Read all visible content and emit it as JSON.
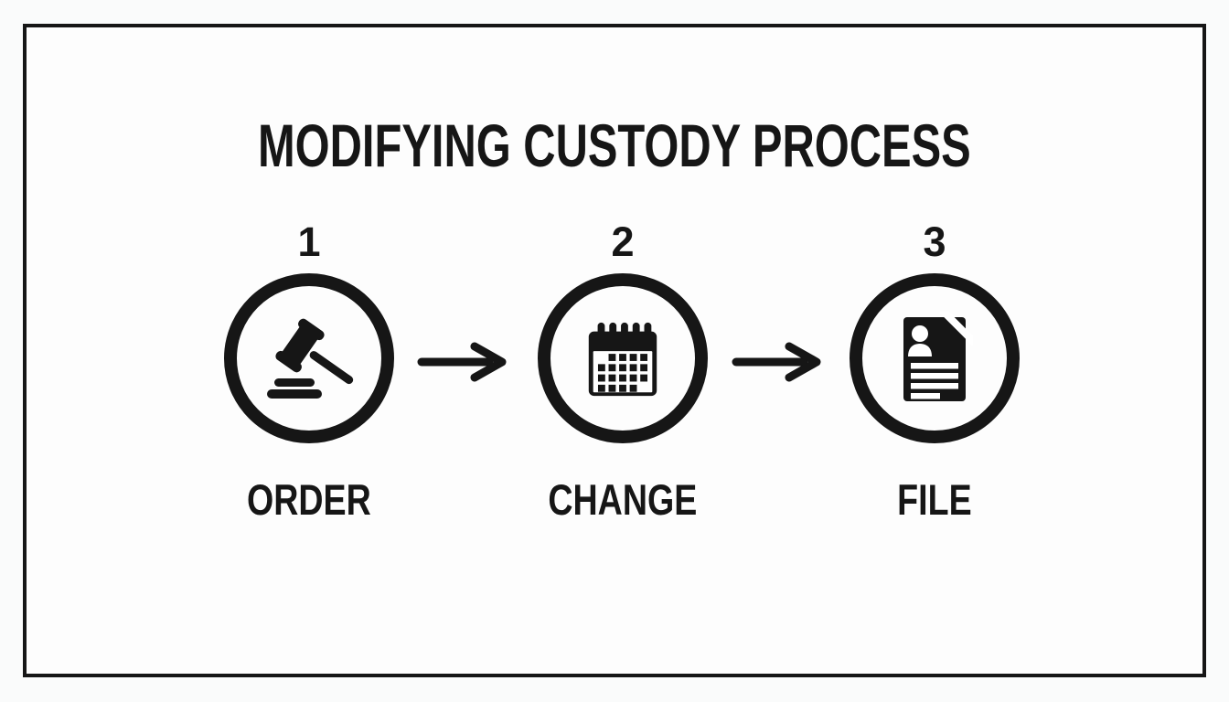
{
  "title": "MODIFYING CUSTODY PROCESS",
  "colors": {
    "ink": "#161616",
    "background": "#fafbfb",
    "panel": "#fdfdfd"
  },
  "steps": [
    {
      "number": "1",
      "label": "ORDER",
      "icon": "gavel-icon"
    },
    {
      "number": "2",
      "label": "CHANGE",
      "icon": "calendar-icon"
    },
    {
      "number": "3",
      "label": "FILE",
      "icon": "document-icon"
    }
  ],
  "connectors": [
    {
      "icon": "arrow-right-icon"
    },
    {
      "icon": "arrow-right-icon"
    }
  ]
}
